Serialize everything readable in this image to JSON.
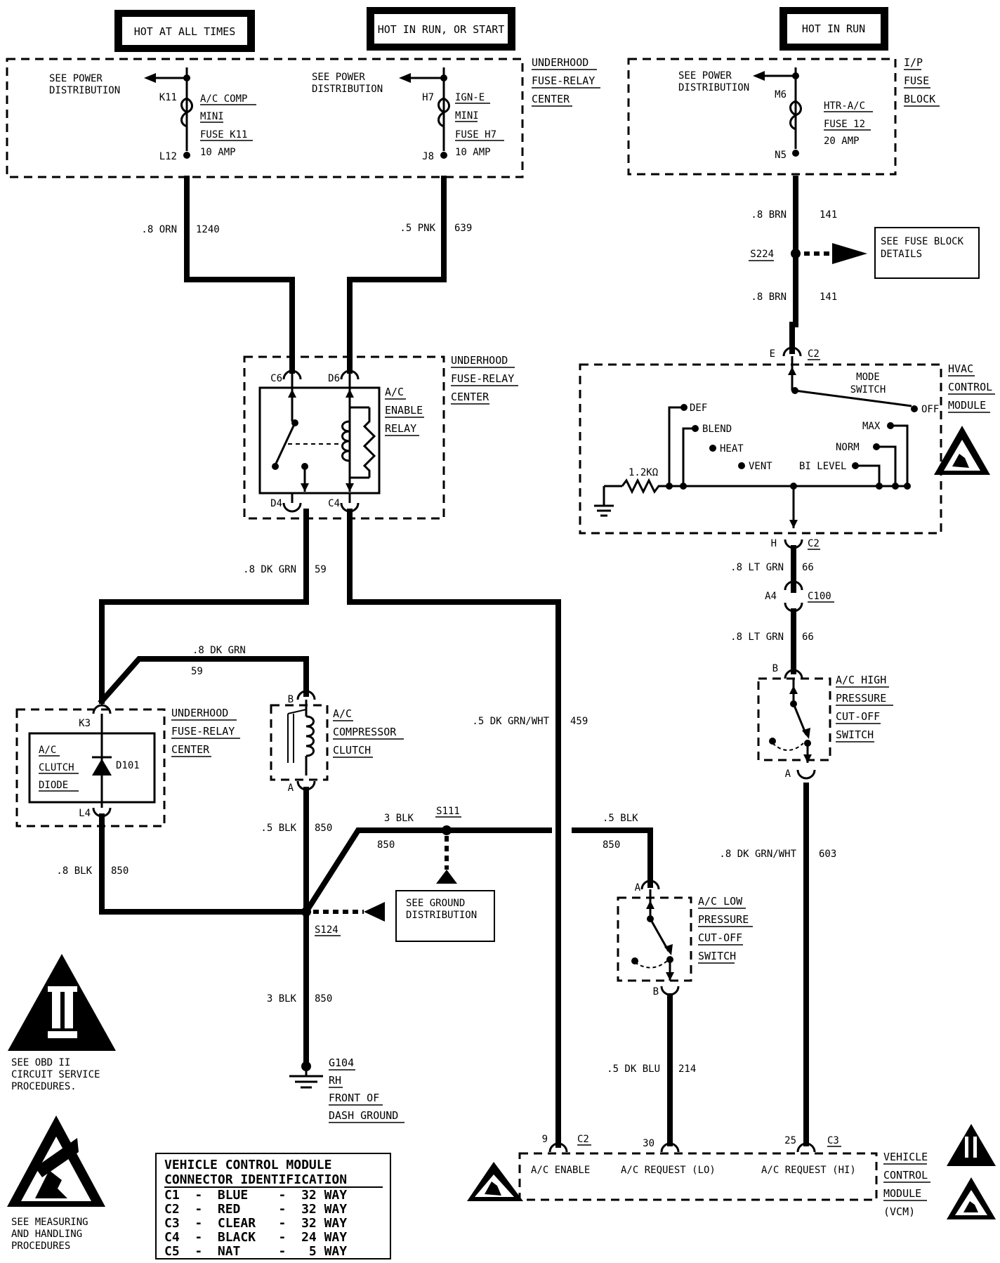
{
  "power_labels": {
    "hot_at_all_times": "HOT AT ALL TIMES",
    "hot_in_run_or_start": "HOT IN RUN, OR START",
    "hot_in_run": "HOT IN RUN"
  },
  "fuse_blocks": {
    "see_power_distribution_1": "SEE POWER",
    "see_power_distribution_2": "DISTRIBUTION",
    "underhood": [
      "UNDERHOOD",
      "FUSE-RELAY",
      "CENTER"
    ],
    "ip_fuse_block": [
      "I/P",
      "FUSE",
      "BLOCK"
    ],
    "fuse_k11": {
      "in": "K11",
      "out": "L12",
      "name": "A/C COMP",
      "type": "MINI",
      "fuse": "FUSE K11",
      "rating": "10 AMP"
    },
    "fuse_h7": {
      "in": "H7",
      "out": "J8",
      "name": "IGN-E",
      "type": "MINI",
      "fuse": "FUSE H7",
      "rating": "10 AMP"
    },
    "fuse_12": {
      "in": "M6",
      "out": "N5",
      "name": "HTR-A/C",
      "fuse": "FUSE 12",
      "rating": "20 AMP"
    }
  },
  "wires": {
    "w1240": {
      "gauge": ".8 ORN",
      "circuit": "1240"
    },
    "w639": {
      "gauge": ".5 PNK",
      "circuit": "639"
    },
    "w141a": {
      "gauge": ".8 BRN",
      "circuit": "141"
    },
    "w141b": {
      "gauge": ".8 BRN",
      "circuit": "141"
    },
    "w59a": {
      "gauge": ".8 DK GRN",
      "circuit": "59"
    },
    "w59b": {
      "gauge": ".8 DK GRN",
      "circuit": "59"
    },
    "w459": {
      "gauge": ".5 DK GRN/WHT",
      "circuit": "459"
    },
    "w66a": {
      "gauge": ".8 LT GRN",
      "circuit": "66"
    },
    "w66b": {
      "gauge": ".8 LT GRN",
      "circuit": "66"
    },
    "w603": {
      "gauge": ".8 DK GRN/WHT",
      "circuit": "603"
    },
    "w850a": {
      "gauge": ".5 BLK",
      "circuit": "850"
    },
    "w850b": {
      "gauge": "3 BLK",
      "circuit": "850"
    },
    "w850c": {
      "gauge": ".8 BLK",
      "circuit": "850"
    },
    "w850d": {
      "gauge": ".5 BLK",
      "circuit": "850"
    },
    "w850e": {
      "gauge": "3 BLK",
      "circuit": "850"
    },
    "w214": {
      "gauge": ".5 DK BLU",
      "circuit": "214"
    }
  },
  "splices": {
    "s224": "S224",
    "s111": "S111",
    "s124": "S124",
    "see_fuse_block_details": [
      "SEE FUSE BLOCK",
      "DETAILS"
    ],
    "see_ground_distribution": [
      "SEE GROUND",
      "DISTRIBUTION"
    ]
  },
  "relay": {
    "pins": {
      "c6": "C6",
      "d6": "D6",
      "d4": "D4",
      "c4": "C4"
    },
    "name": [
      "A/C",
      "ENABLE",
      "RELAY"
    ],
    "center": [
      "UNDERHOOD",
      "FUSE-RELAY",
      "CENTER"
    ]
  },
  "hvac": {
    "conn_top": {
      "pin": "E",
      "conn": "C2"
    },
    "conn_bottom": {
      "pin": "H",
      "conn": "C2"
    },
    "name": [
      "HVAC",
      "CONTROL",
      "MODULE"
    ],
    "mode_switch": [
      "MODE",
      "SWITCH"
    ],
    "positions": {
      "def": "DEF",
      "blend": "BLEND",
      "heat": "HEAT",
      "vent": "VENT",
      "bi_level": "BI LEVEL",
      "off": "OFF",
      "max": "MAX",
      "norm": "NORM"
    },
    "resistor": "1.2KΩ"
  },
  "c100": {
    "pin": "A4",
    "conn": "C100"
  },
  "high_pressure_switch": {
    "pin_top": "B",
    "pin_bottom": "A",
    "name": [
      "A/C HIGH",
      "PRESSURE",
      "CUT-OFF",
      "SWITCH"
    ]
  },
  "low_pressure_switch": {
    "pin_top": "A",
    "pin_bottom": "B",
    "name": [
      "A/C LOW",
      "PRESSURE",
      "CUT-OFF",
      "SWITCH"
    ]
  },
  "diode": {
    "pin_top": "K3",
    "pin_bottom": "L4",
    "name": [
      "A/C",
      "CLUTCH",
      "DIODE"
    ],
    "ref": "D101",
    "center": [
      "UNDERHOOD",
      "FUSE-RELAY",
      "CENTER"
    ]
  },
  "compressor": {
    "pin_top": "B",
    "pin_bottom": "A",
    "name": [
      "A/C",
      "COMPRESSOR",
      "CLUTCH"
    ]
  },
  "ground": {
    "id": "G104",
    "lines": [
      "RH",
      "FRONT OF",
      "DASH GROUND"
    ]
  },
  "vcm": {
    "name": [
      "VEHICLE",
      "CONTROL",
      "MODULE",
      "(VCM)"
    ],
    "pins": [
      {
        "pin": "9",
        "conn": "C2",
        "label": "A/C ENABLE"
      },
      {
        "pin": "30",
        "label": "A/C REQUEST (LO)"
      },
      {
        "pin": "25",
        "conn": "C3",
        "label": "A/C REQUEST (HI)"
      }
    ]
  },
  "notes": {
    "obd": [
      "SEE OBD II",
      "CIRCUIT SERVICE",
      "PROCEDURES."
    ],
    "esd": [
      "SEE MEASURING",
      "AND HANDLING",
      "PROCEDURES"
    ]
  },
  "legend": {
    "title1": "VEHICLE CONTROL MODULE",
    "title2": "CONNECTOR IDENTIFICATION",
    "rows": [
      "C1  -  BLUE    -  32 WAY",
      "C2  -  RED     -  32 WAY",
      "C3  -  CLEAR   -  32 WAY",
      "C4  -  BLACK   -  24 WAY",
      "C5  -  NAT     -   5 WAY"
    ]
  }
}
